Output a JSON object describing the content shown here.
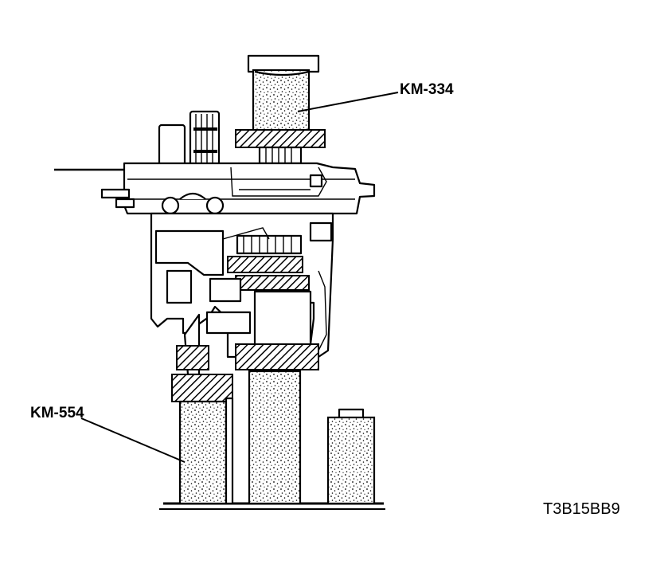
{
  "labels": {
    "km334": "KM-334",
    "km554": "KM-554"
  },
  "figure_id": "T3B15BB9"
}
